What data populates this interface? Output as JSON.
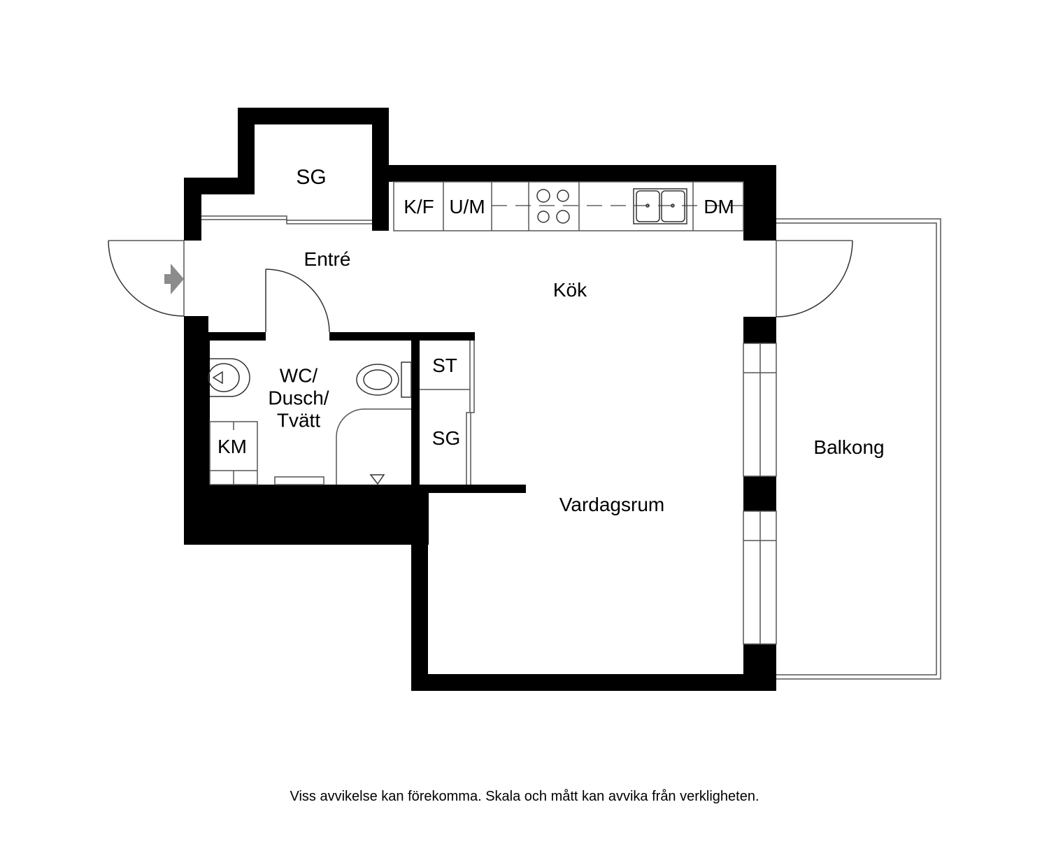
{
  "plan": {
    "rooms": {
      "storage_top": "SG",
      "entre": "Entré",
      "kok": "Kök",
      "wc_line1": "WC/",
      "wc_line2": "Dusch/",
      "wc_line3": "Tvätt",
      "st": "ST",
      "storage_mid": "SG",
      "vardagsrum": "Vardagsrum",
      "balkong": "Balkong",
      "km": "KM"
    },
    "kitchen": {
      "fridge_freezer": "K/F",
      "oven_micro": "U/M",
      "dishwasher": "DM"
    },
    "icons": {
      "entry_arrow": "entry-arrow-icon",
      "stove": "stove-icon",
      "sink": "double-sink-icon",
      "toilet": "toilet-icon",
      "washbasin": "washbasin-icon",
      "drain": "floor-drain-icon"
    },
    "colors": {
      "wall": "#000000",
      "line": "#555555",
      "arrow": "#8c8c8c"
    }
  },
  "footer": {
    "disclaimer": "Viss avvikelse kan förekomma. Skala och mått kan avvika från verkligheten."
  }
}
